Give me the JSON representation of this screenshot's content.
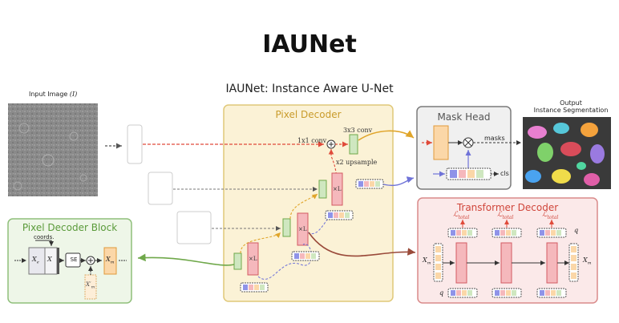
{
  "header": {
    "title": "IAUNet",
    "subtitle": "IAUNet: Instance Aware U-Net"
  },
  "input": {
    "label": "Input Image",
    "label_symbol": "(I)"
  },
  "output": {
    "label_line1": "Output",
    "label_line2": "Instance Segmentation"
  },
  "pixel_decoder": {
    "title": "Pixel Decoder",
    "conv1": "1x1 conv",
    "conv3": "3x3 conv",
    "upsample": "x2 upsample",
    "repeat": "×L"
  },
  "mask_head": {
    "title": "Mask Head",
    "masks": "masks",
    "cls": "cls"
  },
  "transformer_decoder": {
    "title": "Transformer Decoder",
    "loss": "ℒ",
    "loss_sub": "total",
    "x_in": "X",
    "x_in_sub": "m",
    "q_in": "q",
    "q_out": "q"
  },
  "pixel_decoder_block": {
    "title": "Pixel Decoder Block",
    "coords": "coords.",
    "se": "SE",
    "x_e": "X",
    "x_e_sub": "e",
    "x": "X",
    "x_m": "X",
    "x_m_sub": "m",
    "x_m_prime": "X′",
    "x_m_prime_sub": "m"
  },
  "colors": {
    "pixel_decoder_bg": "#fbf2d6",
    "pixel_decoder_border": "#e0c878",
    "mask_head_bg": "#f0f0f0",
    "mask_head_border": "#7a7a7a",
    "transformer_bg": "#fbe9e9",
    "transformer_border": "#d98a8a",
    "block_bg": "#eef6e8",
    "block_border": "#8fbf7a",
    "red_arrow": "#e04a3a",
    "gold_arrow": "#e0a52a",
    "blue_arrow": "#6f73d8",
    "brown_arrow": "#9a4a3a",
    "green_arrow": "#6fa84a",
    "green_box": "#cfe7c0",
    "pink_box": "#f5b8bc",
    "orange_box": "#fbd7a8"
  }
}
